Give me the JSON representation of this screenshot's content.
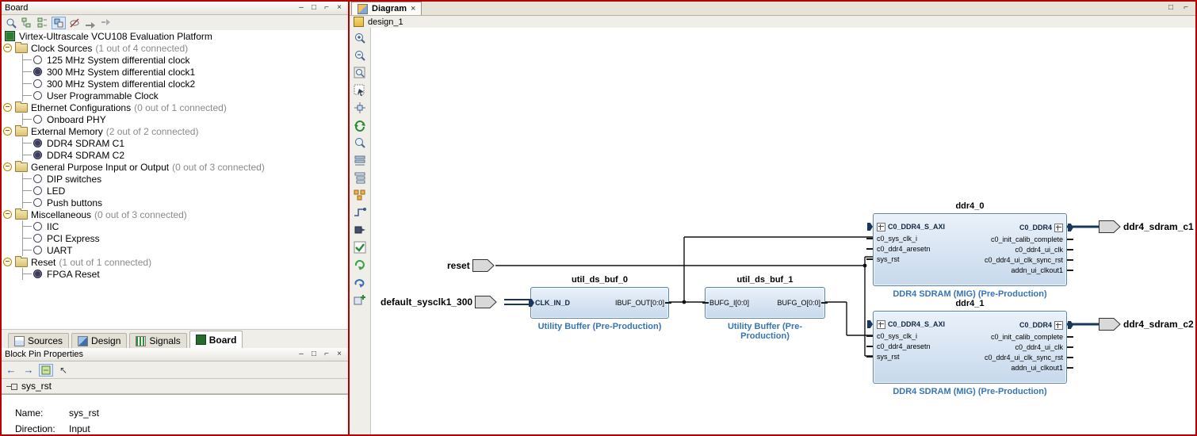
{
  "icons": {
    "back_arrow": "←",
    "forward_arrow": "→",
    "cursor": "↖"
  },
  "board_panel": {
    "title": "Board",
    "win_buttons": [
      "–",
      "□",
      "⌐",
      "×"
    ],
    "toolbar_icons": [
      "search-icon",
      "expand-all-icon",
      "collapse-all-icon",
      "settings-icon",
      "hide-unconnected-icon",
      "connect-icon",
      "disconnect-icon"
    ],
    "root_label": "Virtex-Ultrascale VCU108 Evaluation Platform",
    "groups": [
      {
        "label": "Clock Sources",
        "count": "(1 out of 4 connected)",
        "children": [
          {
            "label": "125 MHz System differential clock",
            "connected": false
          },
          {
            "label": "300 MHz System differential clock1",
            "connected": true
          },
          {
            "label": "300 MHz System differential clock2",
            "connected": false
          },
          {
            "label": "User Programmable Clock",
            "connected": false
          }
        ]
      },
      {
        "label": "Ethernet Configurations",
        "count": "(0 out of 1 connected)",
        "children": [
          {
            "label": "Onboard PHY",
            "connected": false
          }
        ]
      },
      {
        "label": "External Memory",
        "count": "(2 out of 2 connected)",
        "children": [
          {
            "label": "DDR4 SDRAM C1",
            "connected": true
          },
          {
            "label": "DDR4 SDRAM C2",
            "connected": true
          }
        ]
      },
      {
        "label": "General Purpose Input or Output",
        "count": "(0 out of 3 connected)",
        "children": [
          {
            "label": "DIP switches",
            "connected": false
          },
          {
            "label": "LED",
            "connected": false
          },
          {
            "label": "Push buttons",
            "connected": false
          }
        ]
      },
      {
        "label": "Miscellaneous",
        "count": "(0 out of 3 connected)",
        "children": [
          {
            "label": "IIC",
            "connected": false
          },
          {
            "label": "PCI Express",
            "connected": false
          },
          {
            "label": "UART",
            "connected": false
          }
        ]
      },
      {
        "label": "Reset",
        "count": "(1 out of 1 connected)",
        "children": [
          {
            "label": "FPGA Reset",
            "connected": true
          }
        ]
      }
    ],
    "tabs": [
      {
        "label": "Sources"
      },
      {
        "label": "Design"
      },
      {
        "label": "Signals"
      },
      {
        "label": "Board"
      }
    ],
    "active_tab": "Board"
  },
  "pin_properties": {
    "title": "Block Pin Properties",
    "win_buttons": [
      "–",
      "□",
      "⌐",
      "×"
    ],
    "toolbar_icons": [
      "back-icon",
      "forward-icon",
      "properties-icon",
      "select-icon"
    ],
    "pin_name": "sys_rst",
    "fields": [
      {
        "label": "Name:",
        "value": "sys_rst"
      },
      {
        "label": "Direction:",
        "value": "Input"
      }
    ]
  },
  "diagram": {
    "tab_label": "Diagram",
    "tab_close": "×",
    "win_buttons": [
      "□",
      "⌐"
    ],
    "breadcrumb": "design_1",
    "side_toolbar_icons": [
      "zoom-in-icon",
      "zoom-out-icon",
      "zoom-fit-icon",
      "zoom-area-icon",
      "fit-selection-icon",
      "refresh-view-icon",
      "search-icon",
      "collapse-hierarchy-icon",
      "expand-hierarchy-icon",
      "regenerate-layout-icon",
      "optimize-routing-icon",
      "show-interface-icon",
      "validate-design-icon",
      "refresh-changed-icon",
      "reorder-layers-icon",
      "add-ip-icon"
    ],
    "external_ports": [
      {
        "name": "reset",
        "direction": "input"
      },
      {
        "name": "default_sysclk1_300",
        "direction": "input"
      },
      {
        "name": "ddr4_sdram_c1",
        "direction": "output"
      },
      {
        "name": "ddr4_sdram_c2",
        "direction": "output"
      }
    ],
    "blocks": [
      {
        "name": "util_ds_buf_0",
        "type_label": "Utility Buffer (Pre-Production)",
        "left_ports": [
          "CLK_IN_D"
        ],
        "right_ports": [
          "IBUF_OUT[0:0]"
        ]
      },
      {
        "name": "util_ds_buf_1",
        "type_label": "Utility Buffer (Pre-Production)",
        "left_ports": [
          "BUFG_I[0:0]"
        ],
        "right_ports": [
          "BUFG_O[0:0]"
        ]
      },
      {
        "name": "ddr4_0",
        "type_label": "DDR4 SDRAM (MIG) (Pre-Production)",
        "left_ports": [
          "C0_DDR4_S_AXI",
          "c0_sys_clk_i",
          "c0_ddr4_aresetn",
          "sys_rst"
        ],
        "right_ports": [
          "C0_DDR4",
          "c0_init_calib_complete",
          "c0_ddr4_ui_clk",
          "c0_ddr4_ui_clk_sync_rst",
          "addn_ui_clkout1"
        ]
      },
      {
        "name": "ddr4_1",
        "type_label": "DDR4 SDRAM (MIG) (Pre-Production)",
        "left_ports": [
          "C0_DDR4_S_AXI",
          "c0_sys_clk_i",
          "c0_ddr4_aresetn",
          "sys_rst"
        ],
        "right_ports": [
          "C0_DDR4",
          "c0_init_calib_complete",
          "c0_ddr4_ui_clk",
          "c0_ddr4_ui_clk_sync_rst",
          "addn_ui_clkout1"
        ]
      }
    ]
  }
}
